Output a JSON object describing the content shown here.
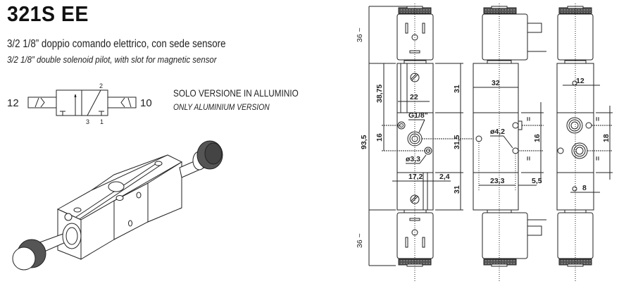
{
  "header": {
    "title": "321S EE",
    "subtitle_it": "3/2 1/8” doppio comando elettrico, con sede sensore",
    "subtitle_en": "3/2 1/8” double solenoid pilot, with slot for magnetic sensor"
  },
  "note": {
    "it": "SOLO VERSIONE IN ALLUMINIO",
    "en": "ONLY ALUMINIUM VERSION"
  },
  "symbol": {
    "left_port": "12",
    "right_port": "10",
    "port_2": "2",
    "port_3": "3",
    "port_1": "1"
  },
  "drawing": {
    "dims": {
      "coil_height_top": "36 ~",
      "coil_height_bottom": "36 ~",
      "total_height": "93,5",
      "d_38_75": "38,75",
      "d_16_left": "16",
      "d_22": "22",
      "d_31_top": "31",
      "d_31_5": "31,5",
      "d_31_bottom": "31",
      "d_17_2": "17,2",
      "d_2_4": "2,4",
      "thread": "G1/8\"",
      "hole_3_3": "ø3,3",
      "d_32": "32",
      "hole_4_2": "ø4,2",
      "d_16_mid": "16",
      "d_23_3": "23,3",
      "d_5_5": "5,5",
      "d_12": "12",
      "d_18": "18",
      "d_8": "8",
      "equal_mark": "="
    }
  },
  "colors": {
    "line": "#222222",
    "knurl": "#555555"
  }
}
